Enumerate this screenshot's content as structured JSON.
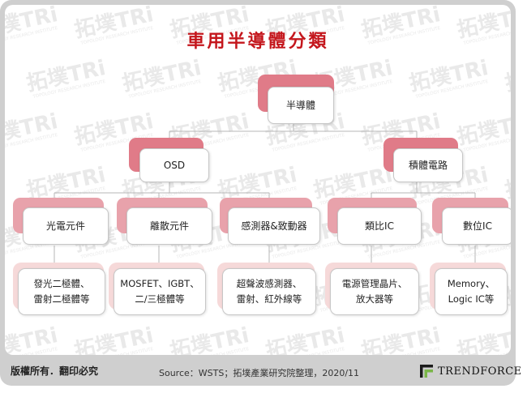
{
  "title": "車用半導體分類",
  "watermark": {
    "text": "拓墣TRi",
    "sub": "TOPOLOGY RESEARCH INSTITUTE"
  },
  "colors": {
    "title": "#c4161c",
    "node_shadow": "#e07b88",
    "leaf_shadow": "#f6d9d9",
    "line": "#b7b7b7"
  },
  "diagram": {
    "root": {
      "label": "半導體"
    },
    "level1": [
      {
        "label": "OSD"
      },
      {
        "label": "積體電路"
      }
    ],
    "level2": [
      {
        "label": "光電元件"
      },
      {
        "label": "離散元件"
      },
      {
        "label": "感測器&致動器"
      },
      {
        "label": "類比IC"
      },
      {
        "label": "數位IC"
      }
    ],
    "level3": [
      {
        "line1": "發光二極體、",
        "line2": "雷射二極體等"
      },
      {
        "line1": "MOSFET、IGBT、",
        "line2": "二/三極體等"
      },
      {
        "line1": "超聲波感測器、",
        "line2": "雷射、紅外線等"
      },
      {
        "line1": "電源管理晶片、",
        "line2": "放大器等"
      },
      {
        "line1": "Memory、",
        "line2": "Logic IC等"
      }
    ]
  },
  "footer": {
    "copyright": "版權所有．翻印必究",
    "source": "Source：WSTS；拓墣產業研究院整理，2020/11",
    "brand": "TRENDFORCE"
  }
}
